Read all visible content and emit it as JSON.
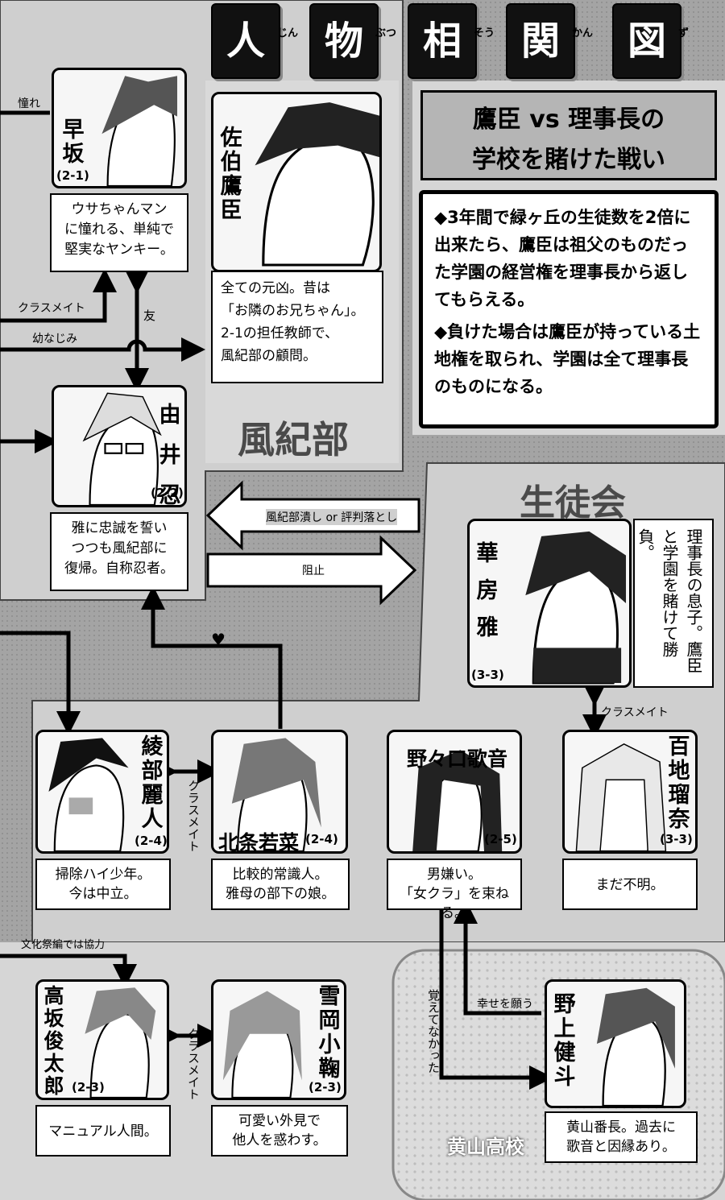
{
  "title": {
    "chars": [
      "人",
      "物",
      "相",
      "関",
      "図"
    ],
    "ruby": [
      "じん",
      "ぶつ",
      "そう",
      "かん",
      "ず"
    ]
  },
  "battle": {
    "line1": "鷹臣 vs 理事長の",
    "line2": "学校を賭けた戦い",
    "rule1": "◆3年間で緑ヶ丘の生徒数を2倍に出来たら、鷹臣は祖父のものだった学園の経営権を理事長から返してもらえる。",
    "rule2": "◆負けた場合は鷹臣が持っている土地権を取られ、学園は全て理事長のものになる。"
  },
  "sections": {
    "fuuki": "風紀部",
    "seito": "生徒会",
    "kizan": "黄山高校"
  },
  "characters": {
    "hayasaka": {
      "name": "早坂",
      "class": "(2-1)",
      "desc": "ウサちゃんマン\nに憧れる、単純で\n堅実なヤンキー。"
    },
    "saeki": {
      "name": "佐伯鷹臣",
      "desc": "全ての元凶。昔は\n「お隣のお兄ちゃん」。\n2-1の担任教師で、\n風紀部の顧問。"
    },
    "yui": {
      "name": "由井忍",
      "class": "(2-2)",
      "desc": "雅に忠誠を誓い\nつつも風紀部に\n復帰。自称忍者。"
    },
    "hanabusa": {
      "name": "華房雅",
      "class": "(3-3)",
      "desc": "理事長の息子。鷹臣と学園を賭けて勝負。"
    },
    "ayabe": {
      "name": "綾部麗人",
      "class": "(2-4)",
      "desc": "掃除ハイ少年。\n今は中立。"
    },
    "houjou": {
      "name": "北条若菜",
      "class": "(2-4)",
      "desc": "比較的常識人。\n雅母の部下の娘。"
    },
    "nonoguchi": {
      "name": "野々口歌音",
      "class": "(2-5)",
      "desc": "男嫌い。\n「女クラ」を束ねる。"
    },
    "momochi": {
      "name": "百地瑠奈",
      "class": "(3-3)",
      "desc": "まだ不明。"
    },
    "kousaka": {
      "name": "高坂俊太郎",
      "class": "(2-3)",
      "desc": "マニュアル人間。"
    },
    "yukioka": {
      "name": "雪岡小鞠",
      "class": "(2-3)",
      "desc": "可愛い外見で\n他人を惑わす。"
    },
    "nogami": {
      "name": "野上健斗",
      "desc": "黄山番長。過去に\n歌音と因縁あり。"
    }
  },
  "relations": {
    "akogare": "憧れ",
    "classmate": "クラスメイト",
    "tomo": "友",
    "osananajimi": "幼なじみ",
    "tsubushi": "風紀部潰し or 評判落とし",
    "soshi": "阻止",
    "heart": "♥",
    "bunkasai": "文化祭編では協力",
    "shiawase": "幸せを願う",
    "oboete": "覚えてなかった"
  },
  "colors": {
    "panel": "#c7c7c7",
    "dark": "#9a9a9a",
    "ink": "#000000",
    "kizan_dots": "#d2d2d2"
  }
}
